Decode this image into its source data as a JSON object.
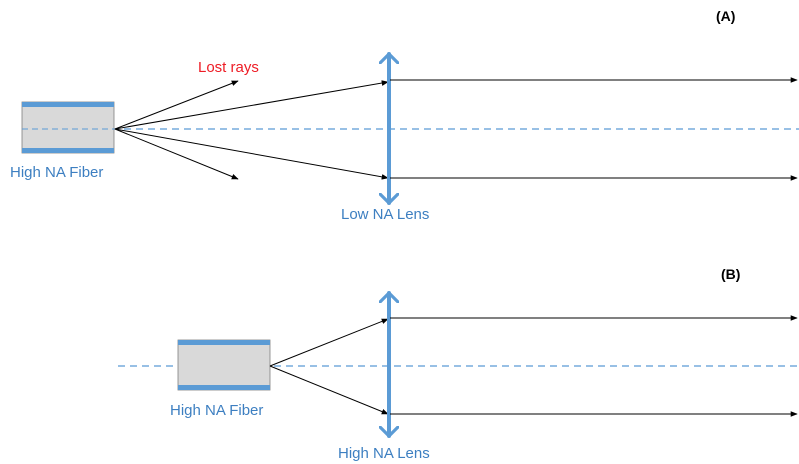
{
  "colors": {
    "fiber_fill": "#d9d9d9",
    "fiber_cladding": "#5b9bd5",
    "lens": "#5b9bd5",
    "axis": "#5b9bd5",
    "ray": "#000000",
    "label_blue": "#3d7fc1",
    "label_red": "#ee1c25"
  },
  "panel_a": {
    "tag": "(A)",
    "fiber_label": "High NA Fiber",
    "lens_label": "Low NA Lens",
    "lost_rays_label": "Lost rays"
  },
  "panel_b": {
    "tag": "(B)",
    "fiber_label": "High NA Fiber",
    "lens_label": "High NA Lens"
  }
}
